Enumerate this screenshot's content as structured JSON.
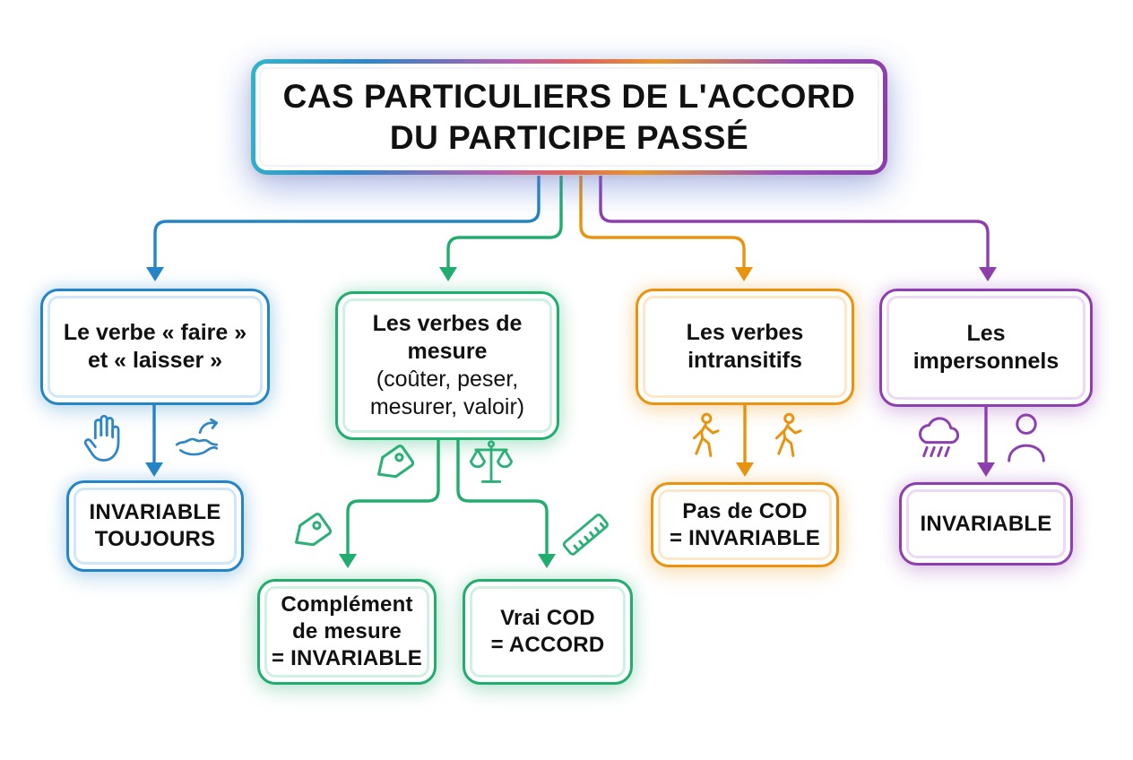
{
  "title": {
    "full": "CAS PARTICULIERS DE L'ACCORD DU PARTICIPE PASSÉ",
    "lines": [
      "CAS PARTICULIERS DE L'ACCORD",
      "DU PARTICIPE PASSÉ"
    ]
  },
  "colors": {
    "blue": "#2485c6",
    "green": "#20ad6e",
    "orange": "#e9930e",
    "purple": "#8e3fae",
    "text": "#111111",
    "background": "#ffffff",
    "title_border_gradient": [
      "#30b6cd",
      "#2f86c8",
      "#b55fb0",
      "#e0635f",
      "#e6952d",
      "#8a3bae"
    ]
  },
  "branches": [
    {
      "id": "faire-laisser",
      "color": "#2485c6",
      "box_lines": [
        "Le verbe « faire »",
        "et « laisser »"
      ],
      "icons": [
        "raised-hand-icon",
        "release-hand-icon"
      ],
      "result_lines": [
        "INVARIABLE",
        "TOUJOURS"
      ]
    },
    {
      "id": "verbes-de-mesure",
      "color": "#20ad6e",
      "box_lines_bold": [
        "Les verbes de",
        "mesure"
      ],
      "box_lines_normal": [
        "(coûter, peser,",
        "mesurer, valoir)"
      ],
      "icons": [
        "price-tag-icon",
        "balance-scale-icon",
        "price-tag-icon",
        "ruler-icon"
      ],
      "results": [
        {
          "lines": [
            "Complément",
            "de mesure",
            "= INVARIABLE"
          ]
        },
        {
          "lines": [
            "Vrai COD",
            "= ACCORD"
          ]
        }
      ]
    },
    {
      "id": "verbes-intransitifs",
      "color": "#e9930e",
      "box_lines": [
        "Les verbes",
        "intransitifs"
      ],
      "icons": [
        "walking-person-icon",
        "walking-person-icon"
      ],
      "result_lines": [
        "Pas de COD",
        "= INVARIABLE"
      ]
    },
    {
      "id": "impersonnels",
      "color": "#8e3fae",
      "box_lines": [
        "Les",
        "impersonnels"
      ],
      "icons": [
        "rain-cloud-icon",
        "person-icon"
      ],
      "result_lines": [
        "INVARIABLE"
      ]
    }
  ]
}
